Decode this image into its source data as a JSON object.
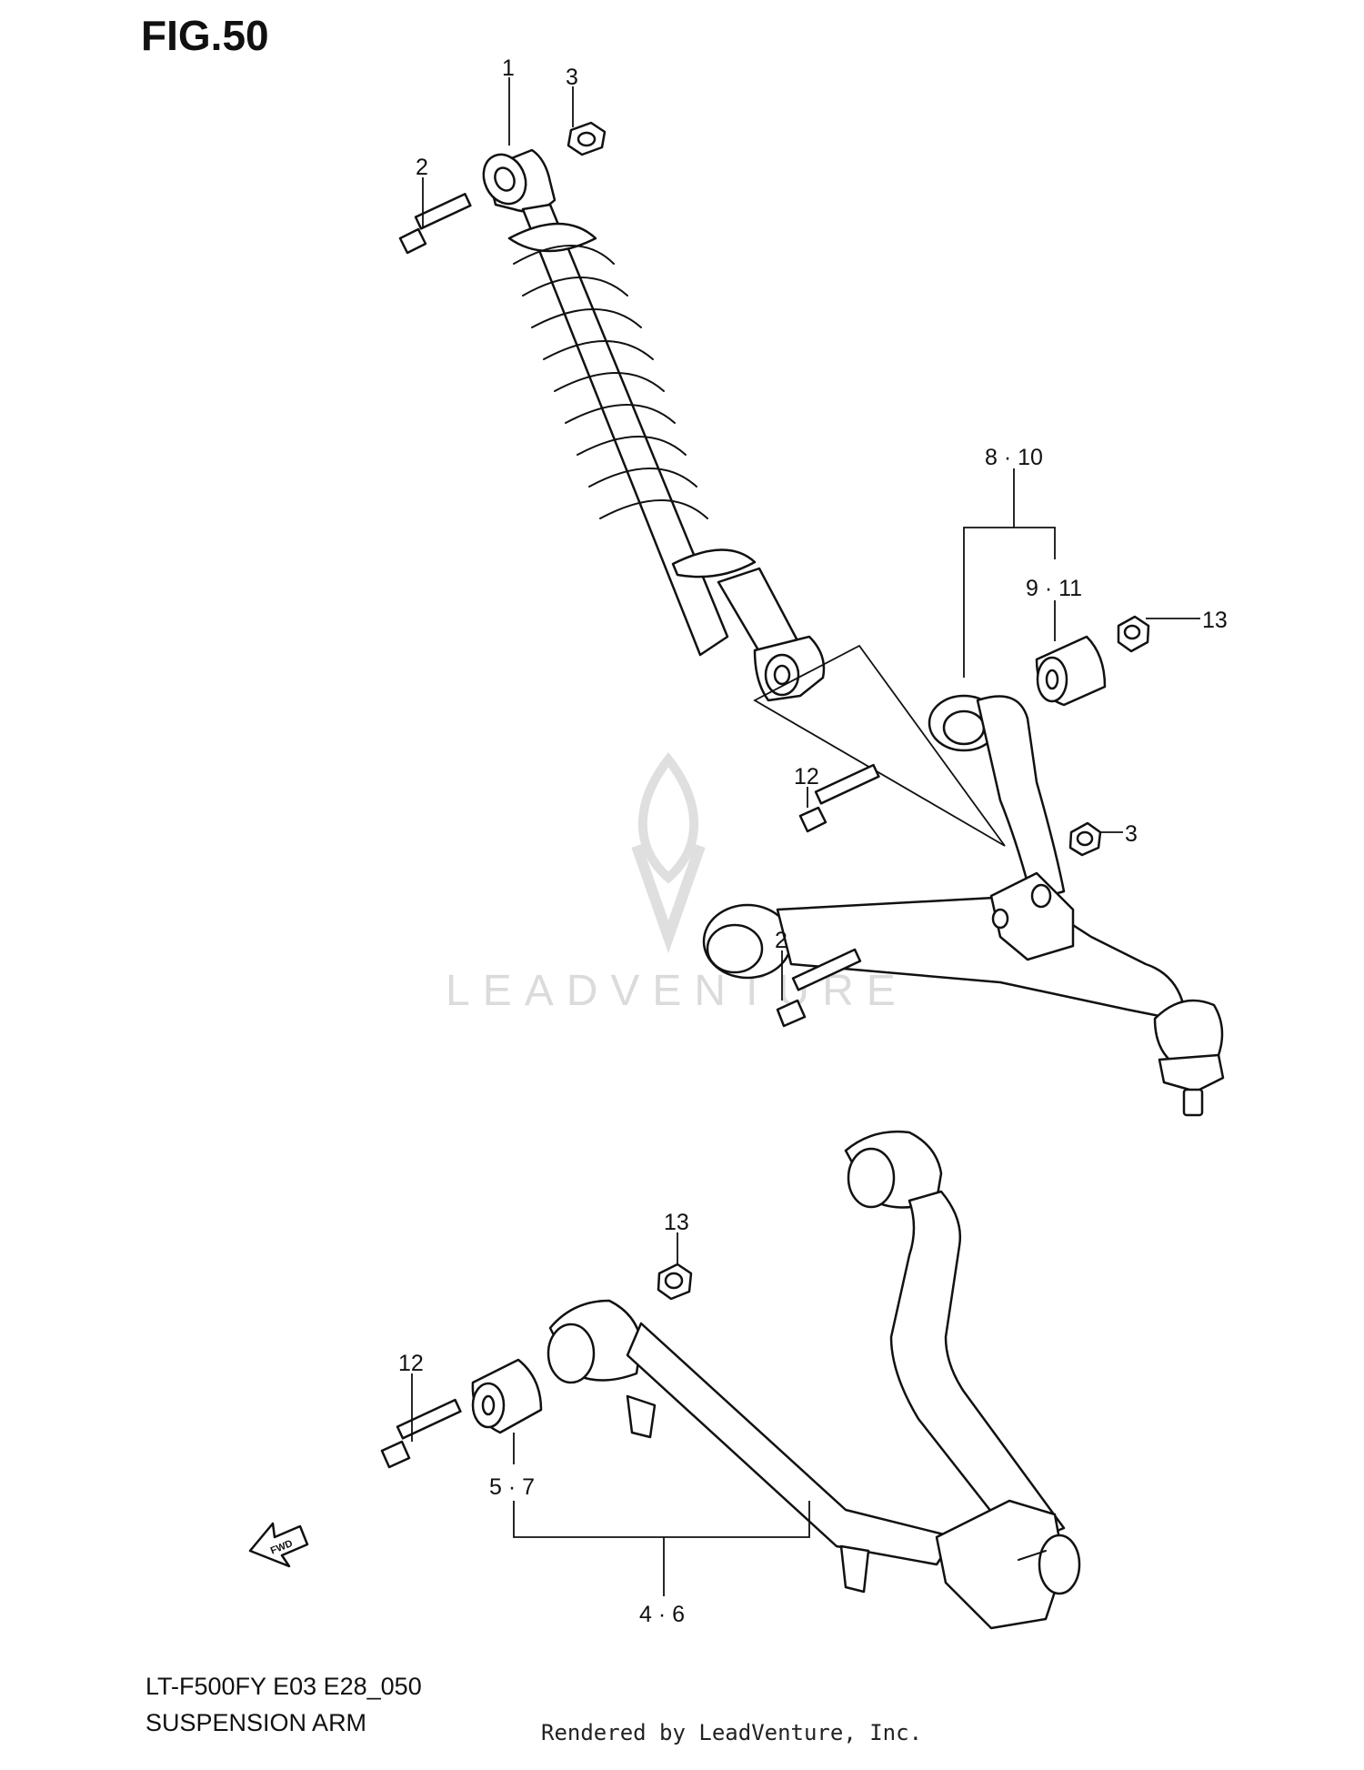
{
  "figure": {
    "title": "FIG.50",
    "model_code": "LT-F500FY E03 E28_050",
    "section_name": "SUSPENSION ARM",
    "rendered_by": "Rendered by LeadVenture, Inc.",
    "watermark_text": "LEADVENTURE"
  },
  "callouts": {
    "c1": "1",
    "c2_top": "2",
    "c3_top": "3",
    "c8_10": "8 · 10",
    "c9_11": "9 · 11",
    "c13_top": "13",
    "c12_top": "12",
    "c3_mid": "3",
    "c2_mid": "2",
    "c13_low": "13",
    "c12_low": "12",
    "c5_7": "5 · 7",
    "c4_6": "4 · 6"
  },
  "direction_marker": {
    "label": "FWD",
    "icon": "forward-arrow-icon"
  },
  "colors": {
    "line": "#111111",
    "background": "#ffffff",
    "watermark": "#d8d8d8"
  }
}
